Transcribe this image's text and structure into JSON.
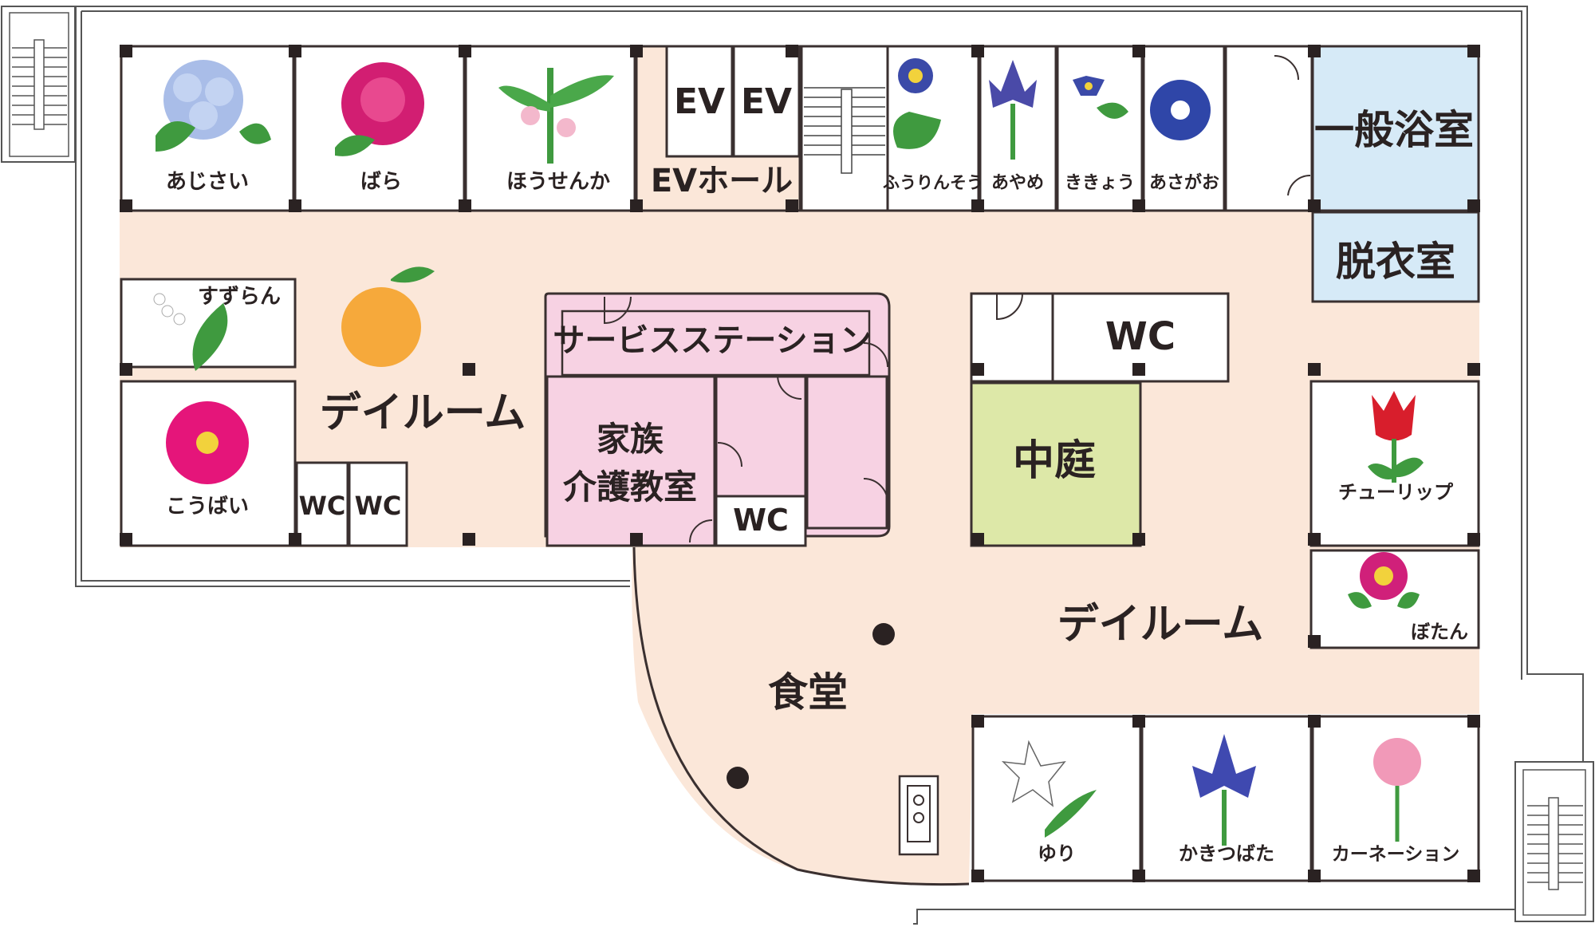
{
  "rooms": {
    "ajisai": "あじさい",
    "bara": "ばら",
    "housenka": "ほうせんか",
    "fuurinsou": "ふうりんそう",
    "ayame": "あやめ",
    "kikyou": "ききょう",
    "asagao": "あさがお",
    "suzuran": "すずらん",
    "koubai": "こうばい",
    "tulip": "チューリップ",
    "botan": "ぼたん",
    "yuri": "ゆり",
    "kakitsubata": "かきつばた",
    "carnation": "カーネーション"
  },
  "facilities": {
    "ev1": "EV",
    "ev2": "EV",
    "ev_hall": "EVホール",
    "general_bath": "一般浴室",
    "dressing_room": "脱衣室",
    "wc_courtyard": "WC",
    "wc_left1": "WC",
    "wc_left2": "WC",
    "wc_center": "WC",
    "service_station": "サービスステーション",
    "family_care_line1": "家族",
    "family_care_line2": "介護教室",
    "courtyard": "中庭",
    "dayroom_left": "デイルーム",
    "dayroom_right": "デイルーム",
    "dining": "食堂"
  },
  "colors": {
    "floor": "#fbe7d9",
    "station": "#f7d2e3",
    "bath": "#d6eaf7",
    "courtyard": "#dde8a8",
    "room": "#ffffff",
    "wall": "#3a3030"
  }
}
